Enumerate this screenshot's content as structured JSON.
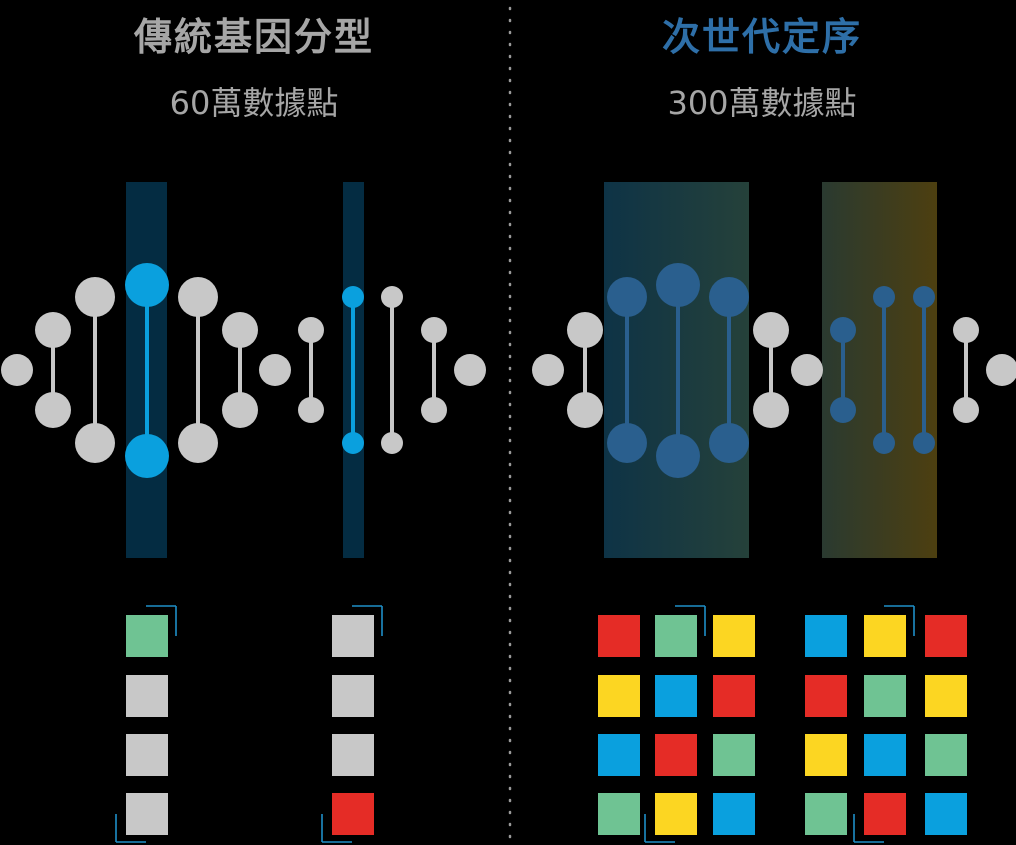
{
  "left_panel": {
    "title": "傳統基因分型",
    "subtitle": "60萬數據點",
    "title_color": "#a6a6a6"
  },
  "right_panel": {
    "title": "次世代定序",
    "subtitle": "300萬數據點",
    "title_color": "#2e6fa8"
  },
  "colors": {
    "gray": "#c8c8c8",
    "blue": "#0aa0de",
    "dark_blue": "#2a5f8e",
    "green": "#6fc393",
    "yellow": "#fcd622",
    "red": "#e52c26",
    "divider": "#9a9a9a"
  },
  "left_columns": [
    [
      "green",
      "gray",
      "gray",
      "gray"
    ],
    [
      "gray",
      "gray",
      "gray",
      "red"
    ]
  ],
  "right_grids": [
    [
      [
        "red",
        "green",
        "yellow"
      ],
      [
        "yellow",
        "blue",
        "red"
      ],
      [
        "blue",
        "red",
        "green"
      ],
      [
        "green",
        "yellow",
        "blue"
      ]
    ],
    [
      [
        "blue",
        "yellow",
        "red"
      ],
      [
        "red",
        "green",
        "yellow"
      ],
      [
        "yellow",
        "blue",
        "green"
      ],
      [
        "green",
        "red",
        "blue"
      ]
    ]
  ]
}
